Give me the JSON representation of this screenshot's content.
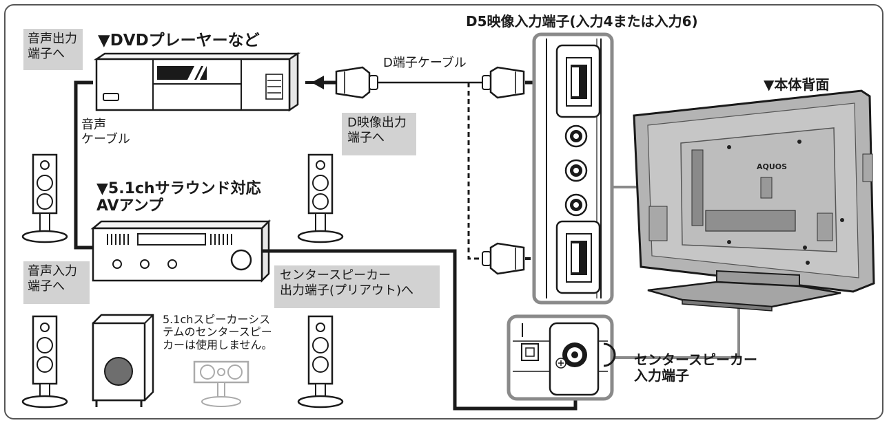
{
  "labels": {
    "d5_input_title": "D5映像入力端子(入力4または入力6)",
    "dvd_title": "▼DVDプレーヤーなど",
    "d_cable": "D端子ケーブル",
    "tv_back_title": "▼本体背面",
    "audio_cable": "音声\nケーブル",
    "amp_title": "▼5.1chサラウンド対応\n AVアンプ",
    "speaker_note": "5.1chスピーカーシス\nテムのセンタースピー\nカーは使用しません。",
    "center_input": "センタースピーカー\n入力端子",
    "tv_logo": "AQUOS"
  },
  "callouts": {
    "audio_out": "音声出力\n端子へ",
    "d_video_out": "D映像出力\n端子へ",
    "audio_in": "音声入力\n端子へ",
    "center_out": "センタースピーカー\n出力端子(プリアウト)へ"
  },
  "colors": {
    "line": "#1a1a1a",
    "gray_line": "#8a8a8a",
    "callout_bg": "#d2d2d2",
    "tv_body": "#b4b4b4",
    "subwoofer_cone": "#6e6e6e"
  }
}
